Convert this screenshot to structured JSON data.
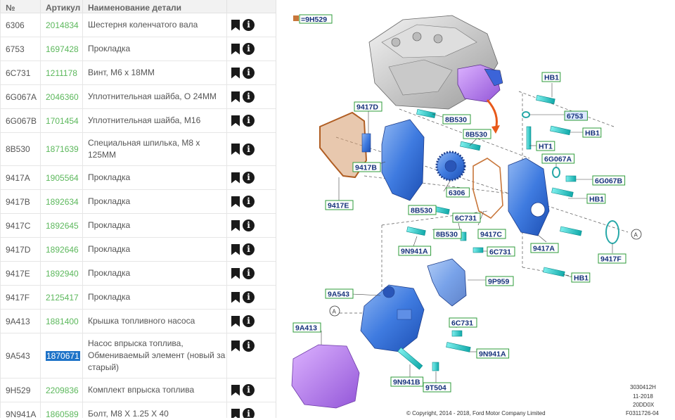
{
  "table": {
    "headers": {
      "code": "№",
      "article": "Артикул",
      "name": "Наименование детали"
    },
    "rows": [
      {
        "code": "6306",
        "article": "2014834",
        "name": "Шестерня коленчатого вала"
      },
      {
        "code": "6753",
        "article": "1697428",
        "name": "Прокладка"
      },
      {
        "code": "6C731",
        "article": "1211178",
        "name": "Винт, M6 x 18MM"
      },
      {
        "code": "6G067A",
        "article": "2046360",
        "name": "Уплотнительная шайба, O 24MM"
      },
      {
        "code": "6G067B",
        "article": "1701454",
        "name": "Уплотнительная шайба, M16"
      },
      {
        "code": "8B530",
        "article": "1871639",
        "name": "Специальная шпилька, M8 x 125MM"
      },
      {
        "code": "9417A",
        "article": "1905564",
        "name": "Прокладка"
      },
      {
        "code": "9417B",
        "article": "1892634",
        "name": "Прокладка"
      },
      {
        "code": "9417C",
        "article": "1892645",
        "name": "Прокладка"
      },
      {
        "code": "9417D",
        "article": "1892646",
        "name": "Прокладка"
      },
      {
        "code": "9417E",
        "article": "1892940",
        "name": "Прокладка"
      },
      {
        "code": "9417F",
        "article": "2125417",
        "name": "Прокладка"
      },
      {
        "code": "9A413",
        "article": "1881400",
        "name": "Крышка топливного насоса"
      },
      {
        "code": "9A543",
        "article": "1870671",
        "name": "Насос впрыска топлива, Обменивaемый элемент (новый за старый)"
      },
      {
        "code": "9H529",
        "article": "2209836",
        "name": "Комплект впрыска топлива"
      },
      {
        "code": "9N941A",
        "article": "1860589",
        "name": "Болт, M8 X 1.25 X 40"
      }
    ],
    "selected_article": "1870671",
    "icons": {
      "bookmark": "bookmark-icon",
      "info": "info-icon",
      "info_glyph": "i"
    }
  },
  "diagram": {
    "legend": "=9H529",
    "labels": {
      "HB1": "HB1",
      "9417D": "9417D",
      "8B530": "8B530",
      "6753": "6753",
      "HT1": "HT1",
      "6G067A": "6G067A",
      "6G067B": "6G067B",
      "9417B": "9417B",
      "6306": "6306",
      "9417E": "9417E",
      "9417C": "9417C",
      "6C731": "6C731",
      "9417A": "9417A",
      "9417F": "9417F",
      "9N941A": "9N941A",
      "9A543": "9A543",
      "9P959": "9P959",
      "9A413": "9A413",
      "9N941B": "9N941B",
      "9T504": "9T504"
    },
    "callout": "A",
    "footer": {
      "copyright": "© Copyright, 2014 - 2018, Ford Motor Company Limited",
      "ref1": "3030412H",
      "ref2": "11-2018",
      "ref3": "20DD0X",
      "ref4": "F0311726-04"
    },
    "colors": {
      "part_blue": "#3c78d8",
      "cyan_bolt": "#27c6c6",
      "purple_cover": "#b07ce0",
      "orange_gasket": "#c8763a"
    }
  }
}
